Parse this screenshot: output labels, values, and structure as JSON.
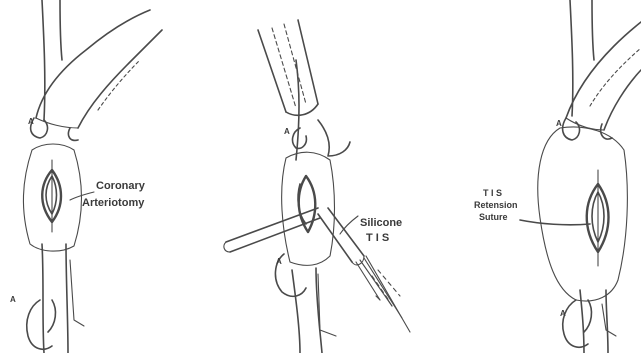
{
  "panel1": {
    "label_line1": "Coronary",
    "label_line2": "Arteriotomy",
    "marker_top": "A",
    "marker_bottom": "A"
  },
  "panel2": {
    "label_line1": "Silicone",
    "label_line2": "T I S",
    "marker_top": "A",
    "marker_bottom": "A"
  },
  "panel3": {
    "label_line1": "T I S",
    "label_line2": "Retension",
    "label_line3": "Suture",
    "marker_top": "A",
    "marker_bottom": "A"
  }
}
